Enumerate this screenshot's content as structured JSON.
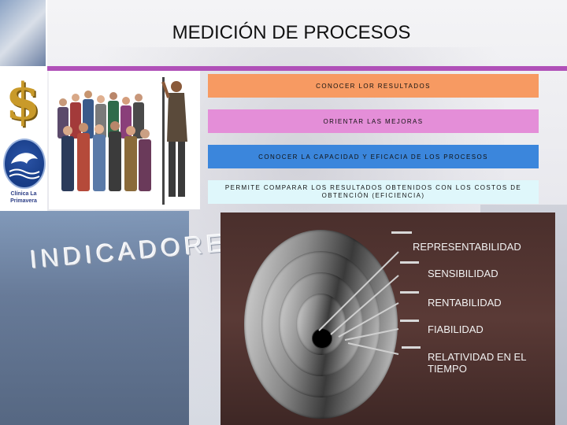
{
  "title": "MEDICIÓN DE PROCESOS",
  "steps": [
    "CONOCER LOR RESULTADOS",
    "ORIENTAR LAS MEJORAS",
    "CONOCER LA CAPACIDAD Y EFICACIA DE LOS PROCESOS",
    "PERMITE COMPARAR LOS RESULTADOS OBTENIDOS CON LOS COSTOS DE OBTENCIÓN (EFICIENCIA)"
  ],
  "side_word": "INDICADORE",
  "indicators": [
    "REPRESENTABILIDAD",
    "SENSIBILIDAD",
    "RENTABILIDAD",
    "FIABILIDAD",
    "RELATIVIDAD EN EL TIEMPO"
  ],
  "logo_text": "Clínica La Primavera",
  "icons": {
    "currency": "dollar-sign-icon",
    "logo": "dolphin-logo-icon"
  },
  "colors": {
    "title_rule": "#b050b8",
    "step1": "#f79a62",
    "step2": "#e48ed8",
    "step3": "#3b86dc",
    "step4": "#dff7fb",
    "panel": "#4a2f2c"
  }
}
